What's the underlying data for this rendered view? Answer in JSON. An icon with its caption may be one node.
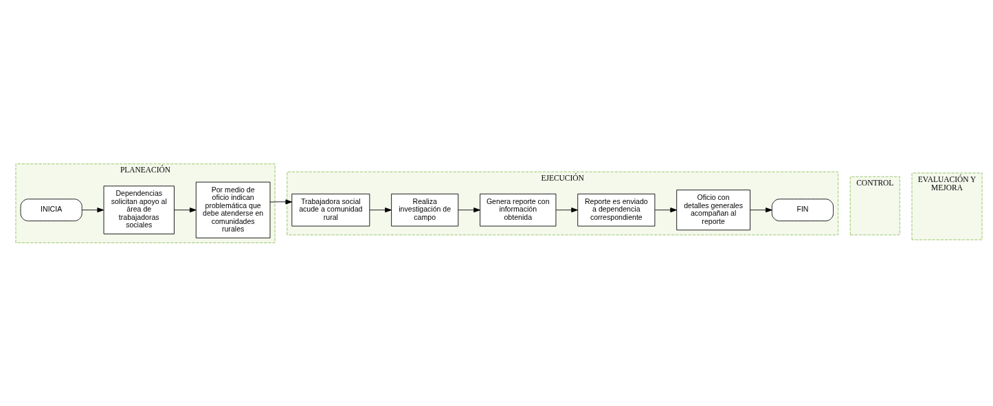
{
  "diagram": {
    "nodes": [
      {
        "text": [
          "PLANEACIÓN"
        ]
      },
      {
        "text": [
          "INICIA"
        ],
        "in": 0
      },
      {
        "text": [
          "Dependencias solicitan apoyo al área de trabajadoras sociales"
        ],
        "in": 0
      },
      {
        "text": [
          "Por medio de oficio indican problemática que debe atenderse en comunidades rurales"
        ],
        "in": 0
      },
      {
        "text": [
          "EJECUCIÓN"
        ]
      },
      {
        "text": [
          "Trabajadora social acude a comunidad rural"
        ],
        "in": 4
      },
      {
        "text": [
          "Realiza investigación de campo"
        ],
        "in": 4
      },
      {
        "text": [
          "Genera reporte con información obtenida"
        ],
        "in": 4
      },
      {
        "text": [
          "Reporte es enviado a dependencia correspondiente"
        ],
        "in": 4
      },
      {
        "text": [
          "Oficio con detalles generales acompañan al reporte"
        ],
        "in": 4
      },
      {
        "text": [
          "FIN"
        ],
        "in": 4
      },
      {
        "text": [
          "CONTROL"
        ]
      },
      {
        "text": [
          "EVALUACIÓN Y MEJORA"
        ]
      }
    ],
    "edges": [
      {
        "from": 1,
        "to": 2,
        "arrow": "to"
      },
      {
        "from": 2,
        "to": 3,
        "arrow": "to"
      },
      {
        "from": 3,
        "to": 5,
        "arrow": "to"
      },
      {
        "from": 5,
        "to": 6,
        "arrow": "to"
      },
      {
        "from": 6,
        "to": 7,
        "arrow": "to"
      },
      {
        "from": 7,
        "to": 8,
        "arrow": "to"
      },
      {
        "from": 8,
        "to": 9,
        "arrow": "to"
      },
      {
        "from": 9,
        "to": 10,
        "arrow": "to"
      }
    ]
  }
}
